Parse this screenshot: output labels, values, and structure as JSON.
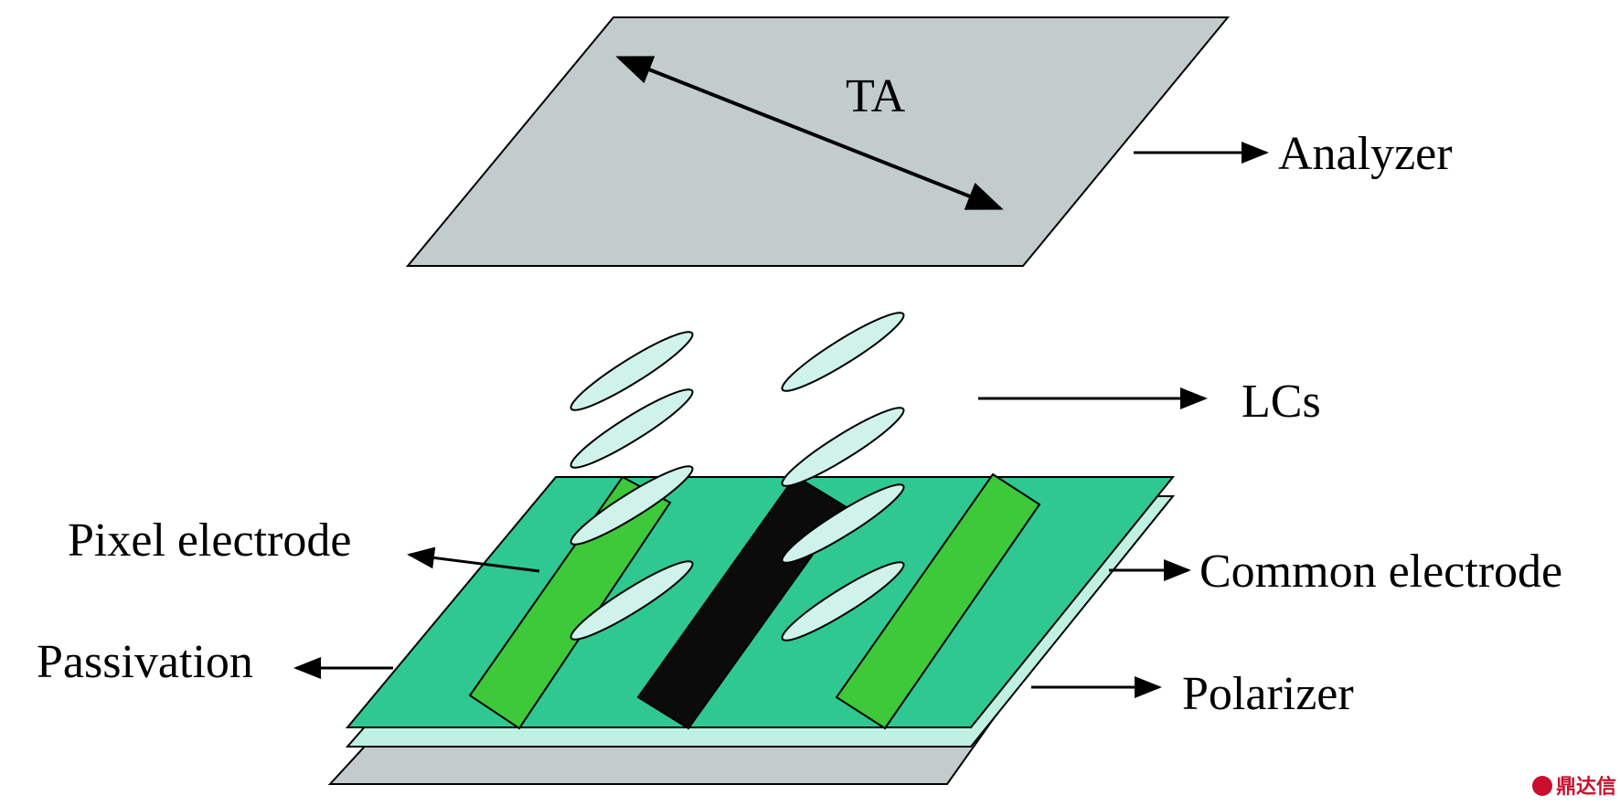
{
  "labels": {
    "ta": "TA",
    "analyzer": "Analyzer",
    "lcs": "LCs",
    "pixel_electrode": "Pixel electrode",
    "common_electrode": "Common electrode",
    "passivation": "Passivation",
    "polarizer": "Polarizer"
  },
  "watermark": "鼎达信",
  "colors": {
    "analyzer_plate": "#c2cccc",
    "passivation_layer": "#2fc891",
    "common_electrode_layer": "#bff0e2",
    "polarizer_layer": "#c2cccc",
    "pixel_electrode": "#3dc93a",
    "black_electrode": "#0a0b0a",
    "liquid_crystal": "#cff3ea"
  }
}
